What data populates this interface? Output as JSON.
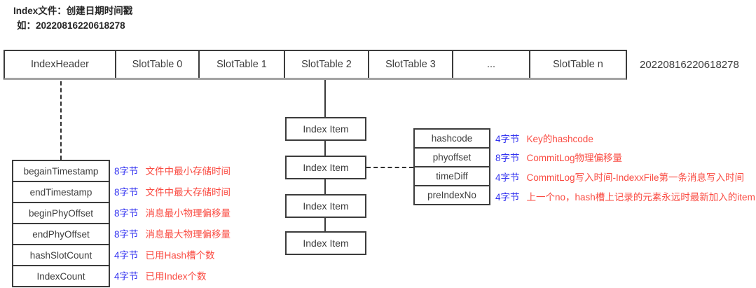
{
  "title": {
    "line1": "Index文件：创建日期时间戳",
    "line2": "如：20220816220618278"
  },
  "file_layout": {
    "cells": [
      "IndexHeader",
      "SlotTable 0",
      "SlotTable 1",
      "SlotTable 2",
      "SlotTable 3",
      "...",
      "SlotTable n"
    ],
    "timestamp_note": "20220816220618278"
  },
  "index_header_table": {
    "rows": [
      {
        "field": "begainTimestamp",
        "size": "8字节",
        "desc": "文件中最小存储时间"
      },
      {
        "field": "endTimestamp",
        "size": "8字节",
        "desc": "文件中最大存储时间"
      },
      {
        "field": "beginPhyOffset",
        "size": "8字节",
        "desc": "消息最小物理偏移量"
      },
      {
        "field": "endPhyOffset",
        "size": "8字节",
        "desc": "消息最大物理偏移量"
      },
      {
        "field": "hashSlotCount",
        "size": "4字节",
        "desc": "已用Hash槽个数"
      },
      {
        "field": "IndexCount",
        "size": "4字节",
        "desc": "已用Index个数"
      }
    ]
  },
  "index_item_chain": {
    "items": [
      "Index Item",
      "Index Item",
      "Index Item",
      "Index Item"
    ]
  },
  "index_item_table": {
    "rows": [
      {
        "field": "hashcode",
        "size": "4字节",
        "desc": "Key的hashcode"
      },
      {
        "field": "phyoffset",
        "size": "8字节",
        "desc": "CommitLog物理偏移量"
      },
      {
        "field": "timeDiff",
        "size": "4字节",
        "desc": "CommitLog写入时间-IndexxFile第一条消息写入时间"
      },
      {
        "field": "preIndexNo",
        "size": "4字节",
        "desc": "上一个no，hash槽上记录的元素永远时最新加入的item"
      }
    ]
  },
  "colors": {
    "byte_size_text": "#3333f0",
    "description_text": "#fa4b42",
    "box_border": "#3c3c3c",
    "box_text": "#3d3d3d",
    "header_row_shadow": "#a3a3a3"
  }
}
